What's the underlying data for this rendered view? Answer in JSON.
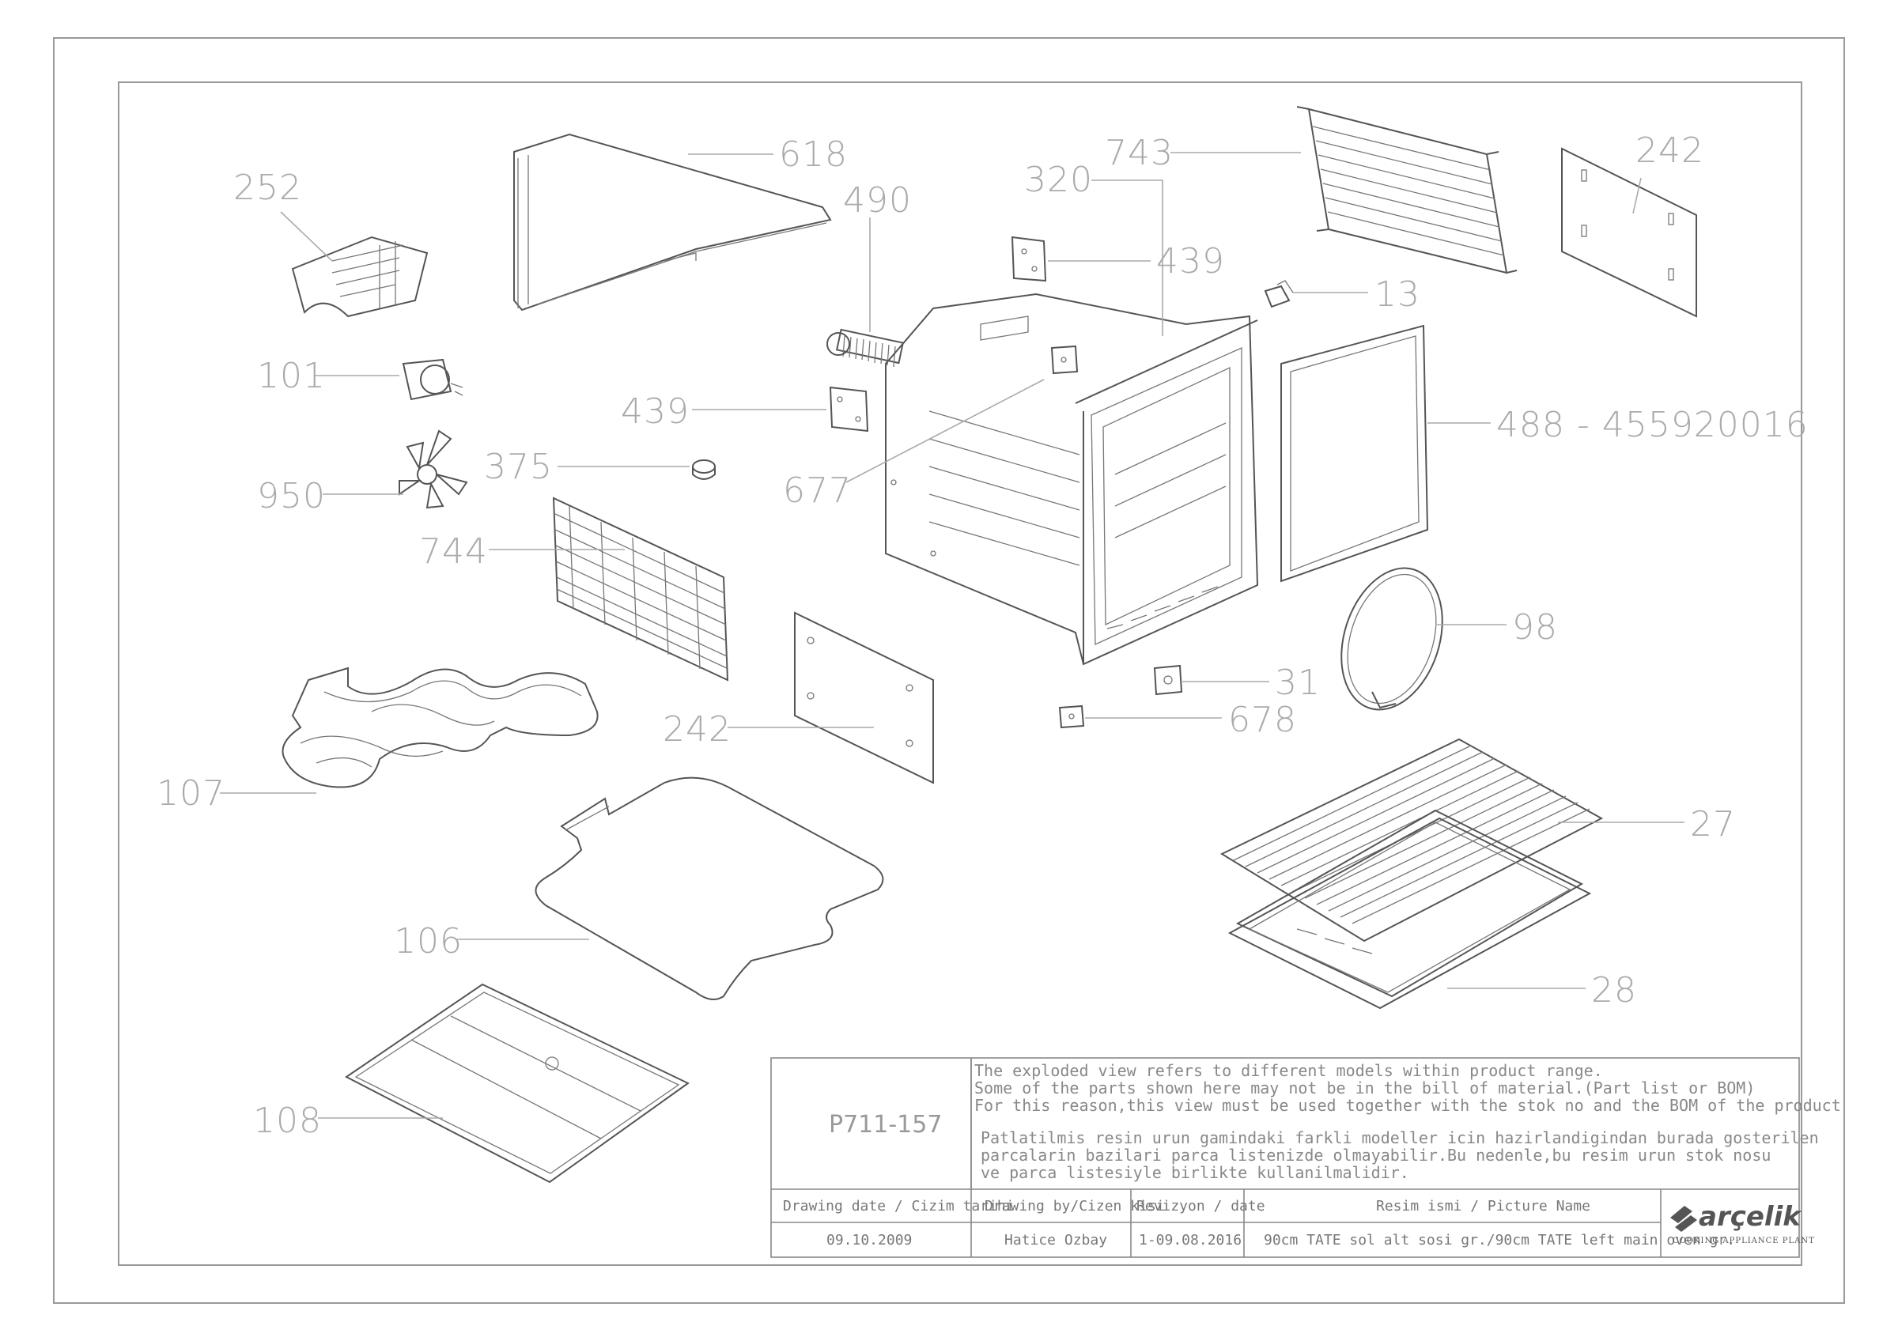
{
  "labels": {
    "l252": "252",
    "l618": "618",
    "l490": "490",
    "l743": "743",
    "l320": "320",
    "l242a": "242",
    "l439a": "439",
    "l13": "13",
    "l101": "101",
    "l439b": "439",
    "l488": "488 - 455920016",
    "l375": "375",
    "l677": "677",
    "l950": "950",
    "l744": "744",
    "l98": "98",
    "l31": "31",
    "l242b": "242",
    "l678": "678",
    "l107": "107",
    "l27": "27",
    "l106": "106",
    "l28": "28",
    "l108": "108"
  },
  "title_block": {
    "drawing_code": "P711-157",
    "note_en_1": "The exploded view refers to different models within product range.",
    "note_en_2": "Some of the parts shown here may not be in the bill of material.(Part list or BOM)",
    "note_en_3": "For this reason,this view must be used together with the stok no and the BOM of the product",
    "note_tr_1": "Patlatilmis resin urun gamindaki farkli modeller icin hazirlandigindan burada gosterilen",
    "note_tr_2": "parcalarin bazilari parca listenizde olmayabilir.Bu nedenle,bu resim urun stok nosu",
    "note_tr_3": "ve parca listesiyle birlikte kullanilmalidir.",
    "h_drawing_date": "Drawing date / Cizim tarihi",
    "h_drawing_by": "Drawing by/Cizen kisi",
    "h_revision": "Revizyon / date",
    "h_picture_name": "Resim ismi / Picture Name",
    "v_drawing_date": "09.10.2009",
    "v_drawing_by": "Hatice Ozbay",
    "v_revision": "1-09.08.2016",
    "v_picture_name": "90cm TATE sol alt sosi gr./90cm TATE left main oven gr.",
    "logo": "arçelik",
    "logo_sub": "COOKING APPLIANCE PLANT"
  }
}
